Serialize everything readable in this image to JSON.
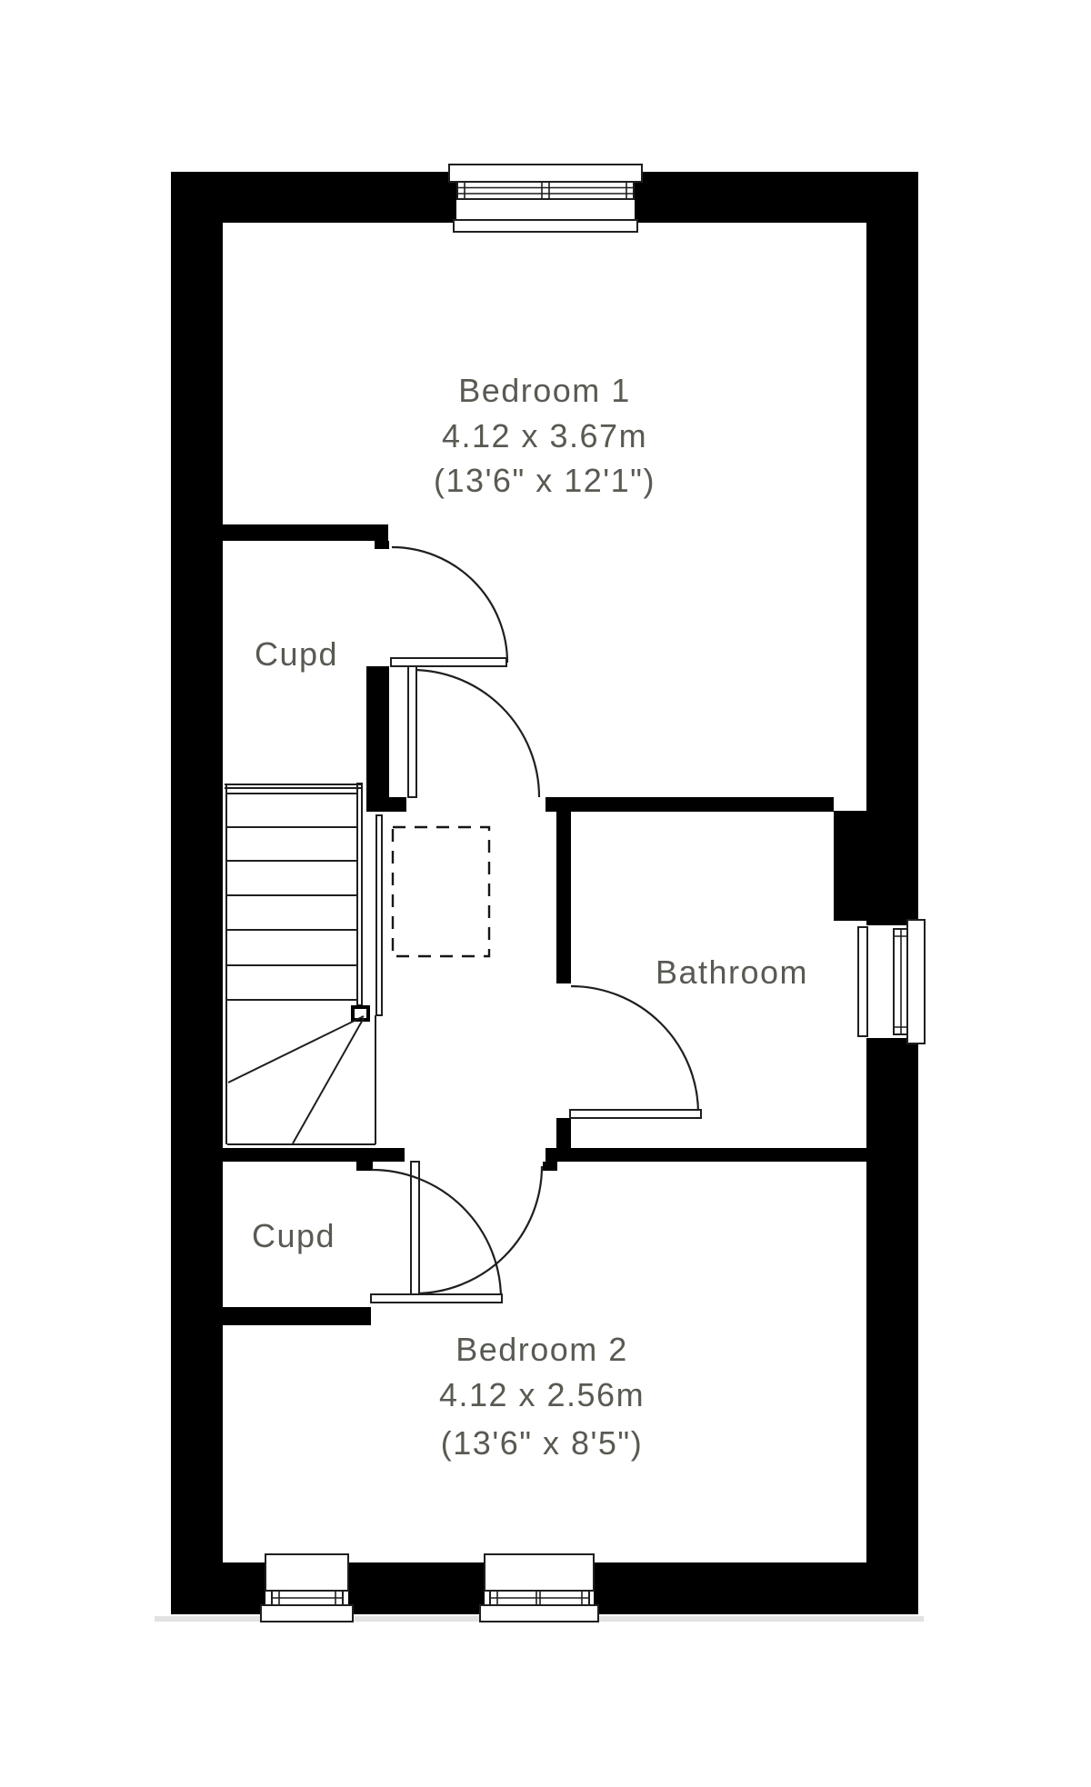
{
  "plan": {
    "colors": {
      "wall": "#000000",
      "line": "#1f1f1f",
      "label_text": "#575b52",
      "background": "#ffffff"
    },
    "rooms": {
      "bedroom1": {
        "name": "Bedroom 1",
        "size_metric": "4.12 x 3.67m",
        "size_imperial": "(13'6\" x 12'1\")"
      },
      "bedroom2": {
        "name": "Bedroom 2",
        "size_metric": "4.12 x 2.56m",
        "size_imperial": "(13'6\" x 8'5\")"
      },
      "bathroom": {
        "name": "Bathroom"
      },
      "cupboard_top": {
        "name": "Cupd"
      },
      "cupboard_bottom": {
        "name": "Cupd"
      }
    }
  }
}
